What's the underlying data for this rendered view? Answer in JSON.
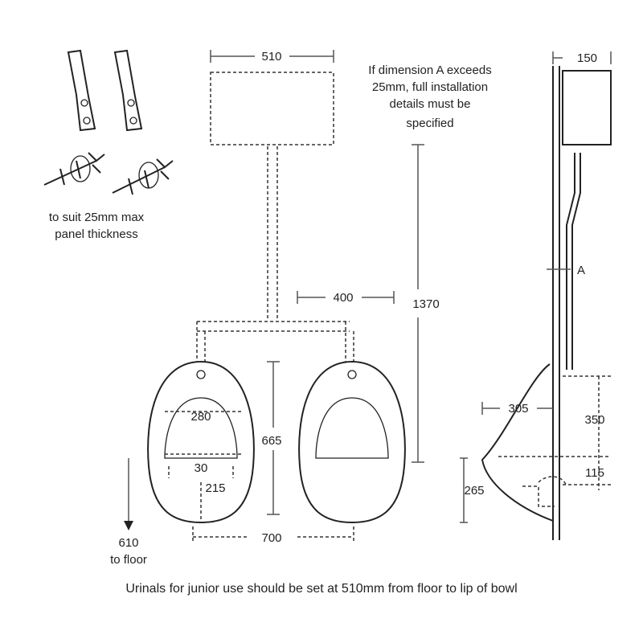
{
  "labels": {
    "cistern_width": "510",
    "note_lines": [
      "If dimension A exceeds",
      "25mm, full installation",
      "details must be",
      "specified"
    ],
    "wall_gap": "150",
    "bracket_note": [
      "to suit 25mm max",
      "panel thickness"
    ],
    "dimension_a": "A",
    "urinal_spacing": "400",
    "cistern_height": "1370",
    "bowl_width": "280",
    "urinal_height": "665",
    "waste_offset": "30",
    "waste_height": "215",
    "projection": "305",
    "rim_to_inlet": "350",
    "rim_to_waste": "115",
    "bowl_depth": "265",
    "floor_note": [
      "610",
      "to floor"
    ],
    "overall_width": "700",
    "caption": "Urinals for junior use should be set at 510mm from floor to lip of bowl"
  }
}
